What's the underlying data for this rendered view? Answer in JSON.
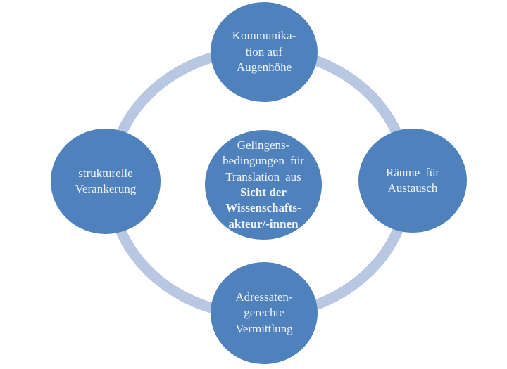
{
  "diagram": {
    "type": "cycle",
    "colors": {
      "node_fill": "#4f81bd",
      "ring": "#b8c7e2",
      "text": "#f2f4fb",
      "background": "#ffffff"
    },
    "center_node": {
      "text_regular": "Gelingens-\nbedingungen für\nTranslation aus",
      "text_bold": "Sicht der\nWissenschafts-\nakteur/-innen"
    },
    "nodes": [
      {
        "position": "top",
        "label": "Kommunika-\ntion auf\nAugenhöhe"
      },
      {
        "position": "right",
        "label": "Räume für\nAustausch"
      },
      {
        "position": "bottom",
        "label": "Adressaten-\ngerechte\nVermittlung"
      },
      {
        "position": "left",
        "label": "strukturelle\nVerankerung"
      }
    ]
  }
}
